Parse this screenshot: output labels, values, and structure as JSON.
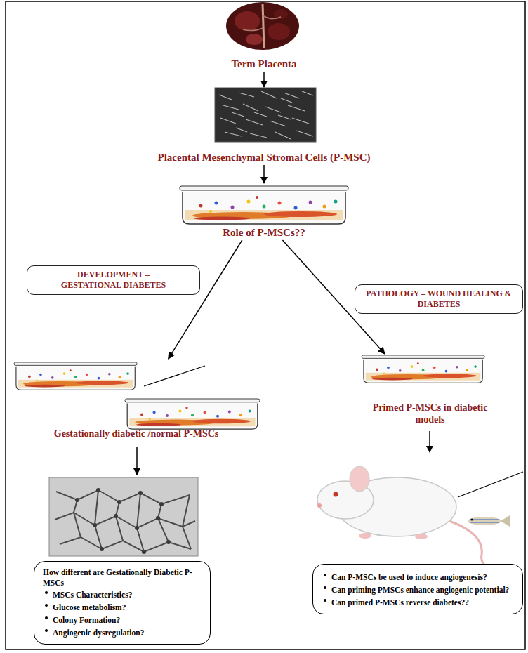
{
  "diagram": {
    "nodes": [
      {
        "text": [
          "Term Placenta"
        ]
      },
      {
        "text": [
          "Placental Mesenchymal Stromal Cells (P-MSC)"
        ]
      },
      {
        "text": [
          "Role of P-MSCs??"
        ]
      },
      {
        "text": [
          "DEVELOPMENT – GESTATIONAL DIABETES"
        ]
      },
      {
        "text": [
          "PATHOLOGY – WOUND HEALING & DIABETES"
        ]
      },
      {
        "text": [
          "Gestationally diabetic /normal P-MSCs"
        ]
      },
      {
        "text": [
          "Primed P-MSCs in diabetic models"
        ]
      },
      {
        "text": [
          "How different are Gestationally Diabetic P-MSCs",
          "MSCs Characteristics?",
          "Glucose metabolism?",
          "Colony Formation?",
          "Angiogenic dysregulation?"
        ]
      },
      {
        "text": [
          "Can P-MSCs be used to induce angiogenesis?",
          "Can priming PMSCs enhance angiogenic potential?",
          "Can primed P-MSCs reverse diabetes??"
        ]
      }
    ],
    "edges": [
      {
        "from": 0,
        "to": 1,
        "arrow": "to"
      },
      {
        "from": 1,
        "to": 2,
        "arrow": "to"
      },
      {
        "from": 2,
        "to": 5,
        "arrow": "to"
      },
      {
        "from": 2,
        "to": 6,
        "arrow": "to"
      }
    ]
  }
}
